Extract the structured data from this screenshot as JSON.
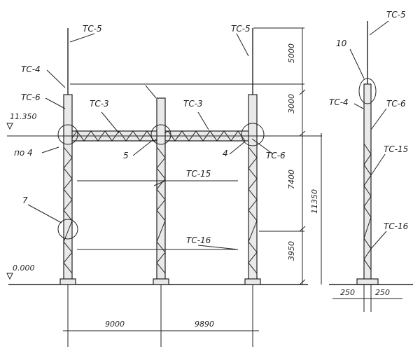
{
  "labels": {
    "tc5_left": "ТС-5",
    "tc5_right": "ТС-5",
    "tc5_side": "ТС-5",
    "tc4_left": "ТС-4",
    "tc4_side": "ТС-4",
    "tc6_left": "ТС-6",
    "tc6_right": "ТС-6",
    "tc6_side": "ТС-6",
    "tc3_a": "ТС-3",
    "tc3_b": "ТС-3",
    "tc15_main": "ТС-15",
    "tc15_side": "ТС-15",
    "tc16_main": "ТС-16",
    "tc16_side": "ТС-16",
    "po4": "по 4",
    "node5": "5",
    "node4": "4",
    "node7": "7",
    "node10": "10"
  },
  "levels": {
    "top_beam": "11.350",
    "ground": "0.000"
  },
  "dimensions": {
    "h5000": "5000",
    "h3000": "3000",
    "h7400": "7400",
    "h11350": "11350",
    "h3950": "3950",
    "span1": "9000",
    "span2": "9890",
    "side_left": "250",
    "side_right": "250"
  }
}
